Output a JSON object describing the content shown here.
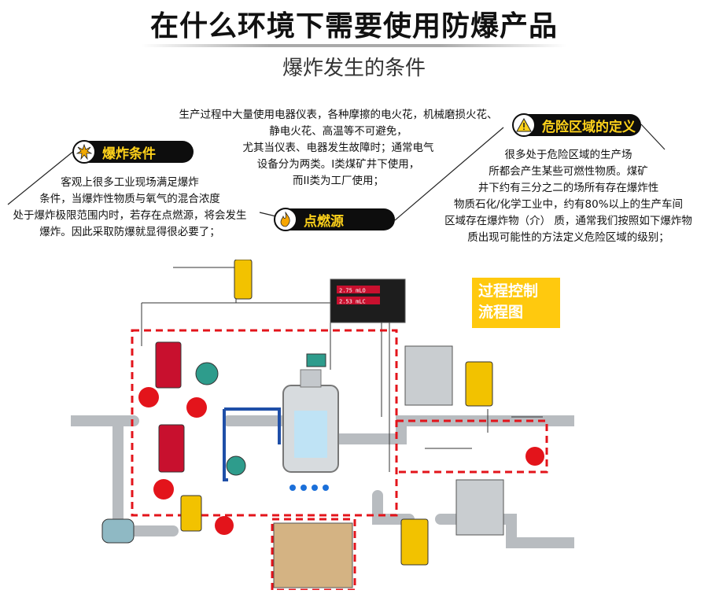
{
  "header": {
    "title": "在什么环境下需要使用防爆产品",
    "subtitle": "爆炸发生的条件"
  },
  "sections": {
    "ignition": {
      "label": "点燃源",
      "lines": [
        "生产过程中大量使用电器仪表，各种摩擦的电火花，机械磨损火花、",
        "静电火花、高温等不可避免，",
        "尤其当仪表、电器发生故障时；通常电气",
        "设备分为两类。I类煤矿井下使用，",
        "而II类为工厂使用；"
      ]
    },
    "explosion": {
      "label": "爆炸条件",
      "lines": [
        "客观上很多工业现场满足爆炸",
        "条件，当爆炸性物质与氧气的混合浓度",
        "处于爆炸极限范围内时，若存在点燃源，将会发生",
        "爆炸。因此采取防爆就显得很必要了；"
      ]
    },
    "hazard": {
      "label": "危险区域的定义",
      "lines": [
        "很多处于危险区域的生产场",
        "所都会产生某些可燃性物质。煤矿",
        "井下约有三分之二的场所有存在爆炸性",
        "物质石化/化学工业中，约有80%以上的生产车间",
        "区域存在爆炸物（介） 质，通常我们按照如下爆炸物",
        "质出现可能性的方法定义危险区域的级别；"
      ]
    }
  },
  "diagram": {
    "callout": [
      "过程控制",
      "流程图"
    ],
    "controller_display": [
      "2.75 mLO",
      "2.53 mLC"
    ],
    "colors": {
      "accent": "#ffd21a",
      "danger": "#e3141b",
      "pipe": "#b8bcc0",
      "blue_line": "#1f4fa8",
      "callout_bg": "#ffc90e"
    },
    "icons": [
      "explosion-icon",
      "flame-icon",
      "warning-icon"
    ]
  }
}
